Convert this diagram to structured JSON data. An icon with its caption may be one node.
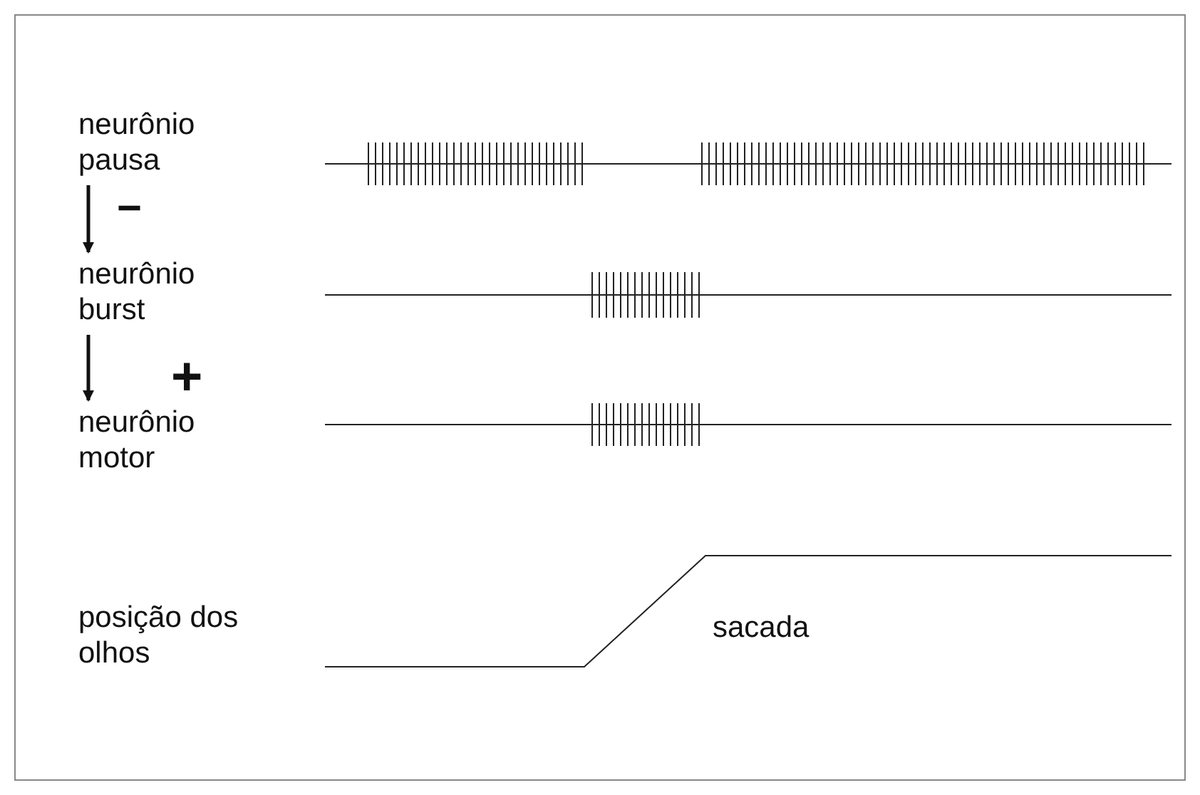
{
  "diagram": {
    "nodes": [
      {
        "text": [
          "neurônio pausa"
        ]
      },
      {
        "text": [
          "neurônio burst"
        ]
      },
      {
        "text": [
          "neurônio motor"
        ]
      }
    ],
    "edges": [
      {
        "from": 0,
        "to": 1,
        "arrow": "to",
        "label": "−"
      },
      {
        "from": 1,
        "to": 2,
        "arrow": "to",
        "label": "+"
      }
    ],
    "labels": [
      "posição dos olhos",
      "sacada"
    ]
  }
}
